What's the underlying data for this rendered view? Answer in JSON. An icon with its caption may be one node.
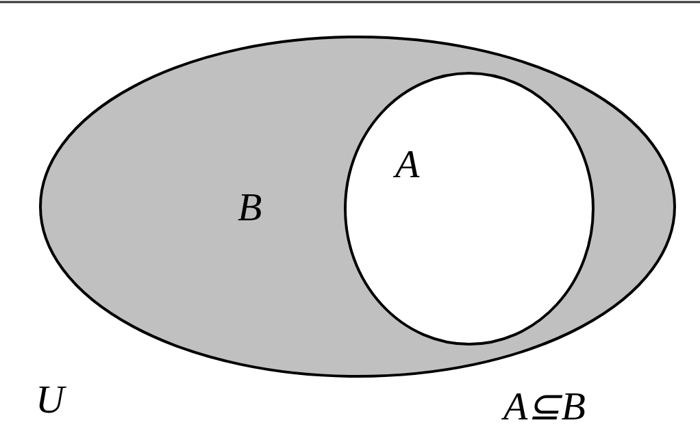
{
  "diagram": {
    "nodes": [
      {
        "text": [
          "B"
        ]
      },
      {
        "text": [
          "A"
        ],
        "in": 0
      }
    ],
    "labels": [
      "U",
      "A⊆B"
    ]
  }
}
